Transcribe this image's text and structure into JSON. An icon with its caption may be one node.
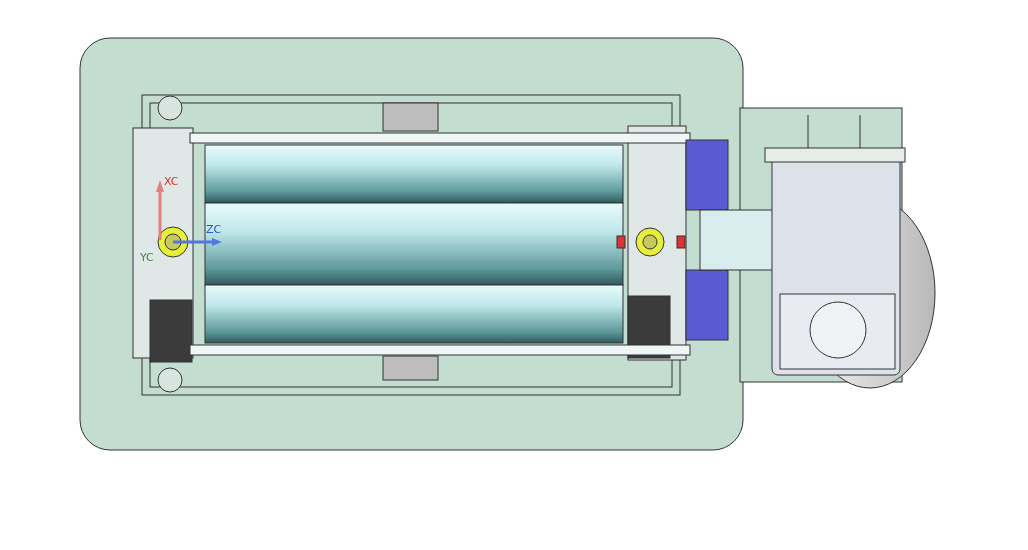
{
  "diagram": {
    "labels": [
      "XC",
      "YC",
      "ZC"
    ]
  }
}
